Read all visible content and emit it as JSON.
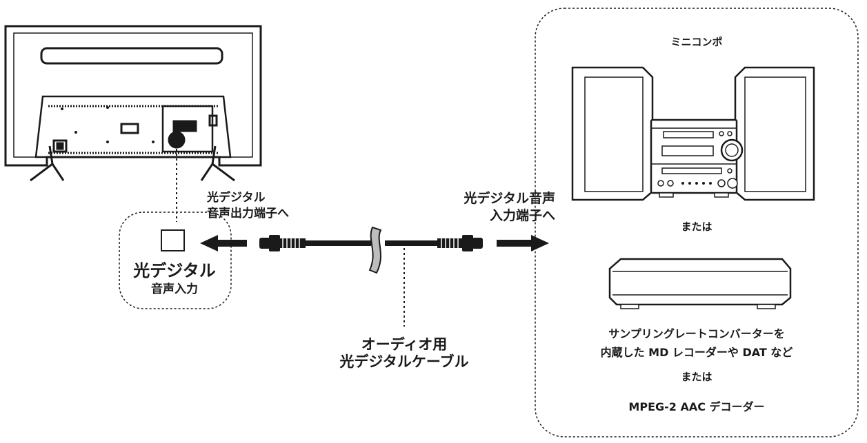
{
  "tv": {
    "port_label_line1": "光デジタル",
    "port_label_line2": "音声出力端子へ"
  },
  "tv_input": {
    "label_line1": "光デジタル",
    "label_line2": "音声入力"
  },
  "cable": {
    "label_line1": "オーディオ用",
    "label_line2": "光デジタルケーブル"
  },
  "receiver_port": {
    "label_line1": "光デジタル音声",
    "label_line2": "入力端子へ"
  },
  "devices": {
    "mini_component": "ミニコンポ",
    "or_1": "または",
    "recorder_line1": "サンプリングレートコンバーターを",
    "recorder_line2": "内蔵した MD レコーダーや DAT など",
    "or_2": "または",
    "decoder": "MPEG-2 AAC デコーダー"
  }
}
